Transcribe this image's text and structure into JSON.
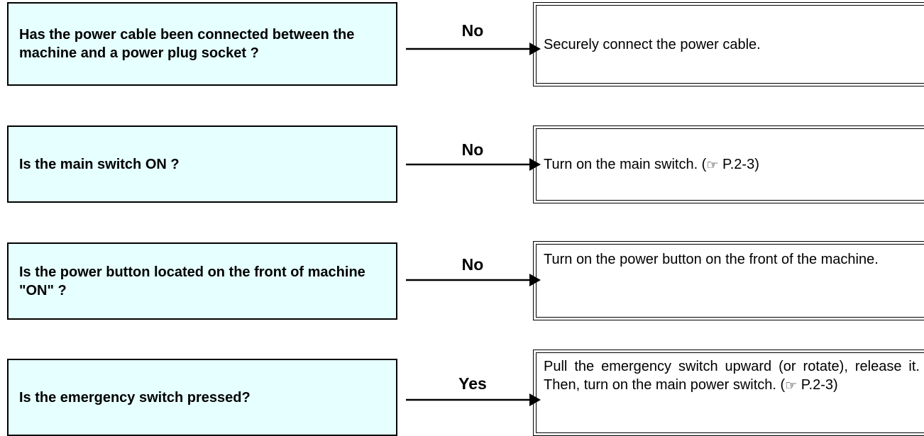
{
  "rows": [
    {
      "question": "Has the power cable been connected between the machine and a power plug socket ?",
      "answer": "No",
      "action_text": "Securely connect the power cable.",
      "action_ref": ""
    },
    {
      "question": "Is the main switch ON ?",
      "answer": "No",
      "action_text": "Turn on the main switch. (",
      "action_ref": "P.2-3)"
    },
    {
      "question": "Is the power button located on the front of machine \"ON\" ?",
      "answer": "No",
      "action_text": "Turn on the power button on the front of the machine.",
      "action_ref": ""
    },
    {
      "question": "Is the emergency switch pressed?",
      "answer": "Yes",
      "action_text": "Pull the emergency switch upward (or rotate), release it. Then, turn on the main power switch. (",
      "action_ref": "P.2-3)"
    }
  ],
  "icons": {
    "reference": "pointing-hand-reference-icon"
  },
  "colors": {
    "question_fill": "#e6ffff",
    "line": "#000000"
  }
}
